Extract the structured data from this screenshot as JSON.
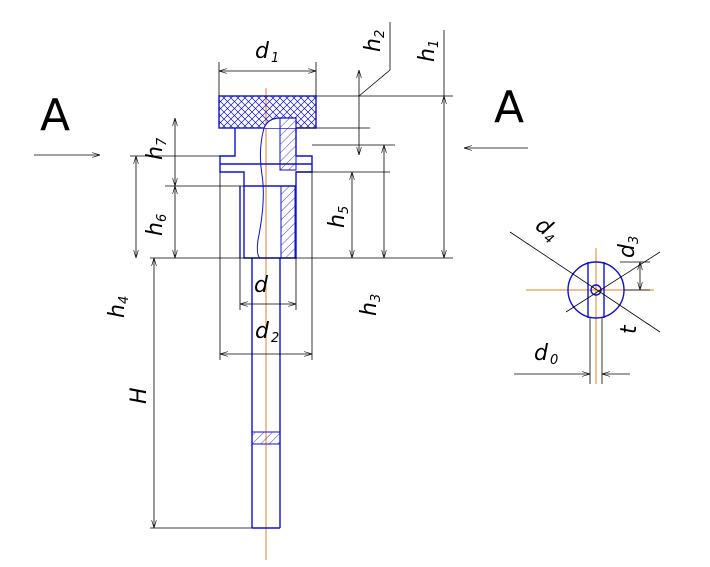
{
  "section_marks": {
    "left": "A",
    "right": "A"
  },
  "labels": {
    "d1": "d",
    "d1_sub": "1",
    "h2": "h",
    "h2_sub": "2",
    "h1": "h",
    "h1_sub": "1",
    "h7": "h",
    "h7_sub": "7",
    "h6": "h",
    "h6_sub": "6",
    "h5": "h",
    "h5_sub": "5",
    "h4": "h",
    "h4_sub": "4",
    "h3": "h",
    "h3_sub": "3",
    "d": "d",
    "d2": "d",
    "d2_sub": "2",
    "H": "H",
    "d4": "d",
    "d4_sub": "4",
    "d3": "d",
    "d3_sub": "3",
    "t": "t",
    "d0": "d",
    "d0_sub": "0"
  },
  "colors": {
    "part": "#1010c8",
    "axis": "#e08020",
    "dim": "#000000"
  }
}
